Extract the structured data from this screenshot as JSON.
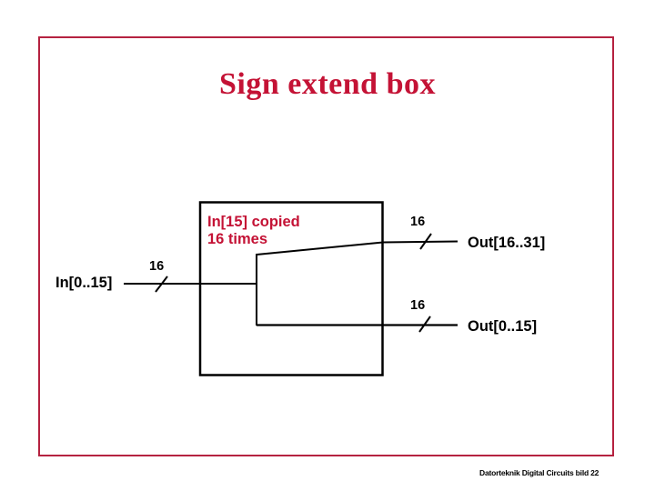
{
  "slide": {
    "title": "Sign extend box",
    "footer": "Datorteknik Digital Circuits bild 22"
  },
  "colors": {
    "accent_red": "#c41235",
    "border_red": "#b52240",
    "diagram_line_black": "#000000"
  },
  "diagram": {
    "box_annotation_line1": "In[15] copied",
    "box_annotation_line2": "16 times",
    "input_label": "In[0..15]",
    "input_bus_width": "16",
    "output_top_label": "Out[16..31]",
    "output_top_bus_width": "16",
    "output_bottom_label": "Out[0..15]",
    "output_bottom_bus_width": "16"
  }
}
